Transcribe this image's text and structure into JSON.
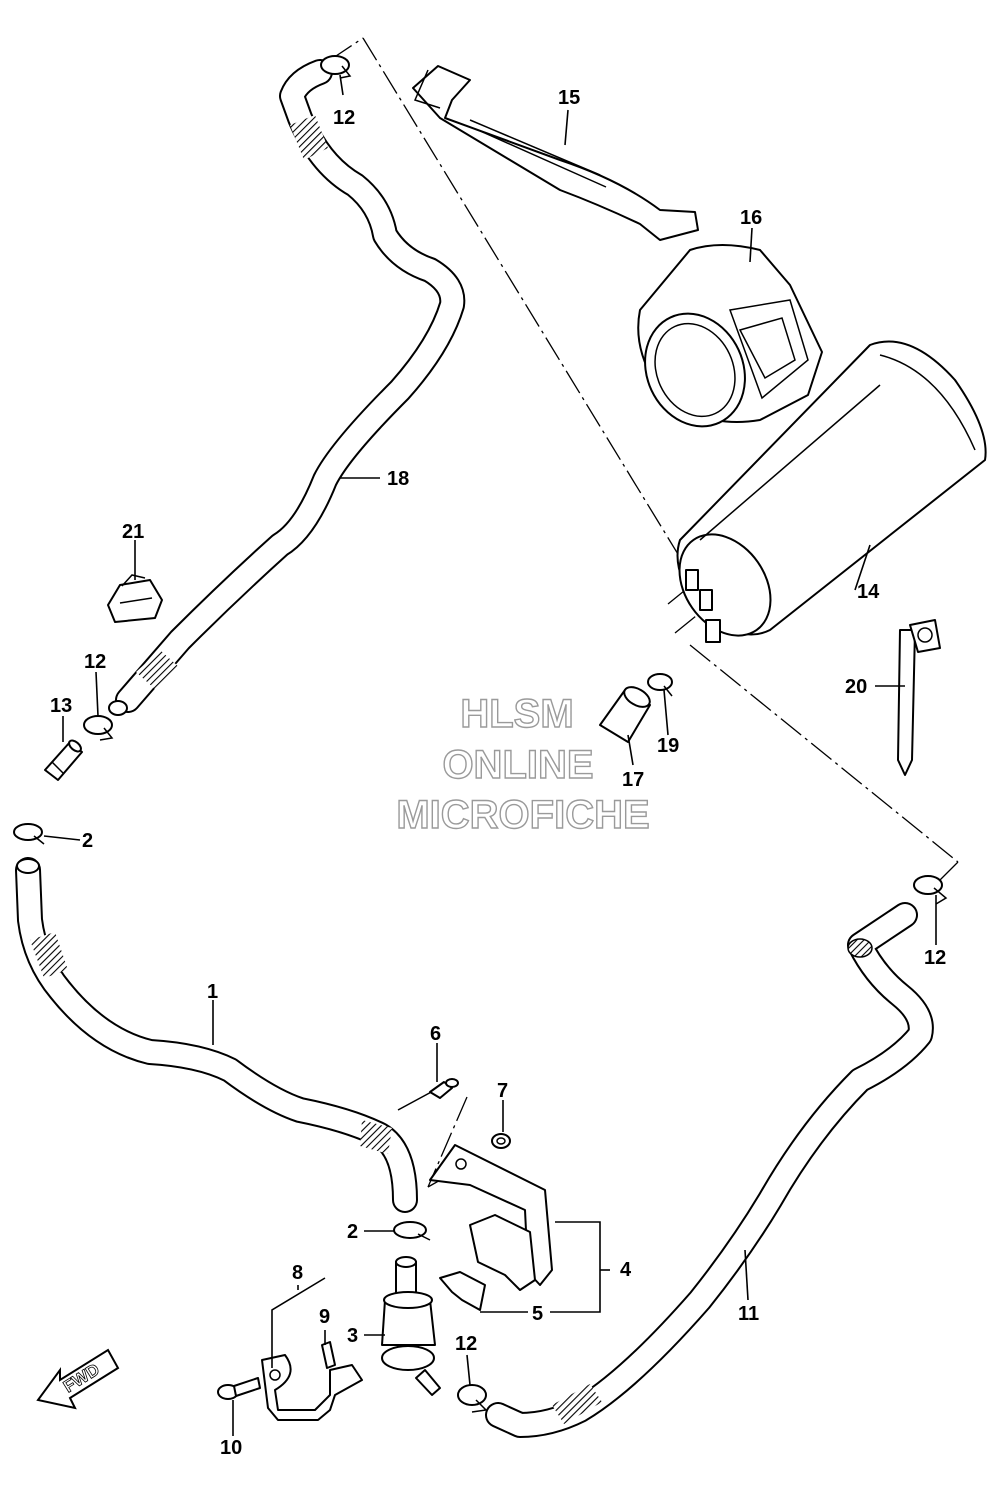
{
  "watermark": {
    "line1": "HLSM",
    "line2": "ONLINE",
    "line3": "MICROFICHE"
  },
  "direction_label": "FWD",
  "callouts": {
    "p1": "1",
    "p2a": "2",
    "p2b": "2",
    "p3": "3",
    "p4": "4",
    "p5": "5",
    "p6": "6",
    "p7": "7",
    "p8": "8",
    "p9": "9",
    "p10": "10",
    "p11": "11",
    "p12a": "12",
    "p12b": "12",
    "p12c": "12",
    "p12d": "12",
    "p13": "13",
    "p14": "14",
    "p15": "15",
    "p16": "16",
    "p17": "17",
    "p18": "18",
    "p19": "19",
    "p20": "20",
    "p21": "21"
  }
}
